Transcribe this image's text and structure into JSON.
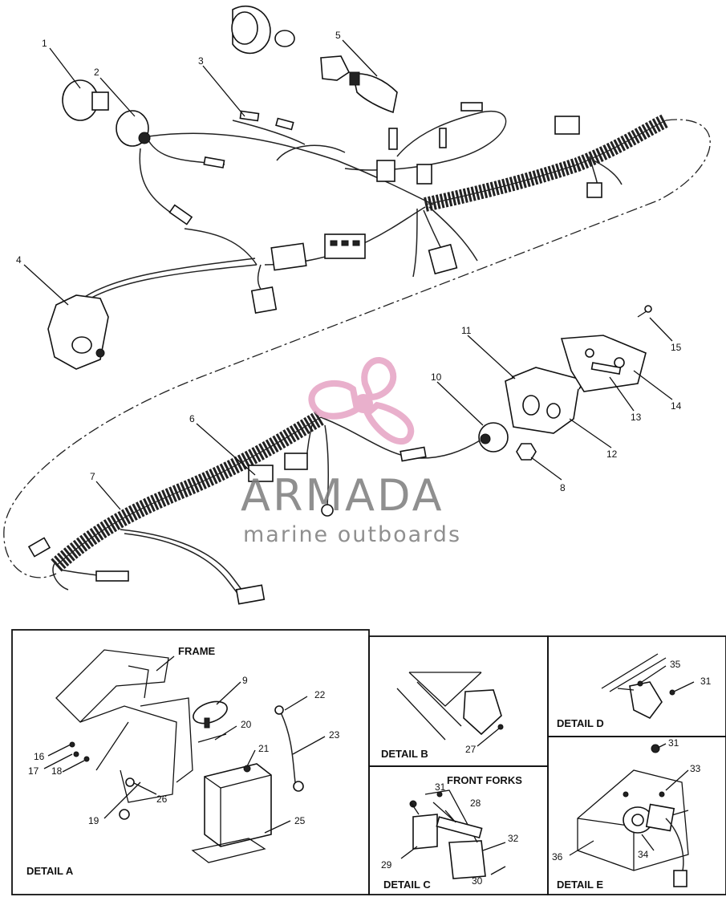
{
  "callouts": [
    {
      "id": "1",
      "label": "1"
    },
    {
      "id": "2",
      "label": "2"
    },
    {
      "id": "3",
      "label": "3"
    },
    {
      "id": "4",
      "label": "4"
    },
    {
      "id": "5",
      "label": "5"
    },
    {
      "id": "6",
      "label": "6"
    },
    {
      "id": "7",
      "label": "7"
    },
    {
      "id": "8",
      "label": "8"
    },
    {
      "id": "9",
      "label": "9"
    },
    {
      "id": "10",
      "label": "10"
    },
    {
      "id": "11",
      "label": "11"
    },
    {
      "id": "12",
      "label": "12"
    },
    {
      "id": "13",
      "label": "13"
    },
    {
      "id": "14",
      "label": "14"
    },
    {
      "id": "15",
      "label": "15"
    },
    {
      "id": "16",
      "label": "16"
    },
    {
      "id": "17",
      "label": "17"
    },
    {
      "id": "18",
      "label": "18"
    },
    {
      "id": "19",
      "label": "19"
    },
    {
      "id": "20",
      "label": "20"
    },
    {
      "id": "21",
      "label": "21"
    },
    {
      "id": "22",
      "label": "22"
    },
    {
      "id": "23",
      "label": "23"
    },
    {
      "id": "25",
      "label": "25"
    },
    {
      "id": "26",
      "label": "26"
    },
    {
      "id": "27",
      "label": "27"
    },
    {
      "id": "28",
      "label": "28"
    },
    {
      "id": "29",
      "label": "29"
    },
    {
      "id": "30",
      "label": "30"
    },
    {
      "id": "31a",
      "label": "31"
    },
    {
      "id": "31b",
      "label": "31"
    },
    {
      "id": "31c",
      "label": "31"
    },
    {
      "id": "32",
      "label": "32"
    },
    {
      "id": "33",
      "label": "33"
    },
    {
      "id": "34",
      "label": "34"
    },
    {
      "id": "35",
      "label": "35"
    },
    {
      "id": "36",
      "label": "36"
    }
  ],
  "details": {
    "a": "DETAIL A",
    "b": "DETAIL B",
    "c": "DETAIL C",
    "d": "DETAIL D",
    "e": "DETAIL E"
  },
  "labels": {
    "frame": "FRAME",
    "front_forks": "FRONT FORKS"
  },
  "watermark": {
    "brand": "ARMADA",
    "tagline": "marine outboards",
    "accent_color": "#e6a3c4",
    "text_color": "#7c7c7c"
  }
}
